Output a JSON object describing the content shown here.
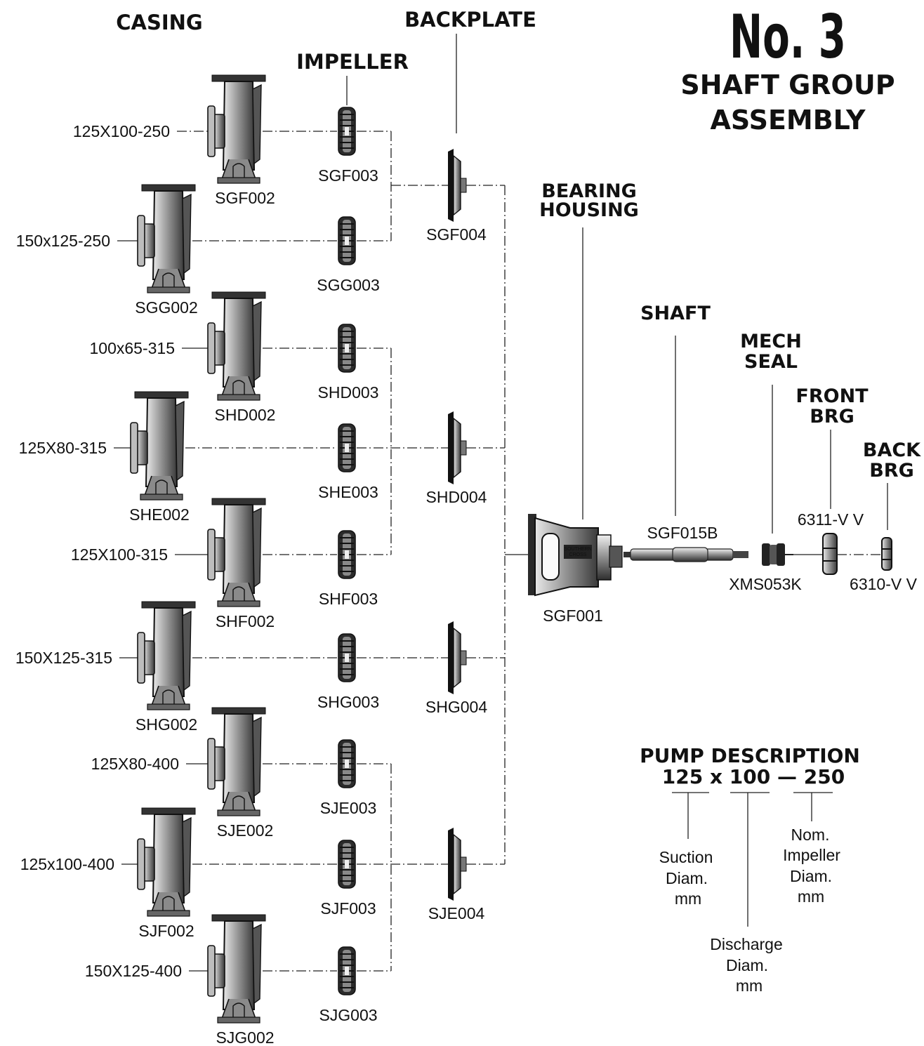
{
  "title": {
    "number": "No. 3",
    "line1": "SHAFT GROUP",
    "line2": "ASSEMBLY"
  },
  "headers": {
    "casing": "CASING",
    "impeller": "IMPELLER",
    "backplate": "BACKPLATE",
    "bearing_housing_1": "BEARING",
    "bearing_housing_2": "HOUSING",
    "shaft": "SHAFT",
    "mech_seal_1": "MECH",
    "mech_seal_2": "SEAL",
    "front_brg_1": "FRONT",
    "front_brg_2": "BRG",
    "back_brg_1": "BACK",
    "back_brg_2": "BRG"
  },
  "sizes": [
    "125X100-250",
    "150x125-250",
    "100x65-315",
    "125X80-315",
    "125X100-315",
    "150X125-315",
    "125X80-400",
    "125x100-400",
    "150X125-400"
  ],
  "casings": [
    "SGF002",
    "SGG002",
    "SHD002",
    "SHE002",
    "SHF002",
    "SHG002",
    "SJE002",
    "SJF002",
    "SJG002"
  ],
  "impellers": [
    "SGF003",
    "SGG003",
    "SHD003",
    "SHE003",
    "SHF003",
    "SHG003",
    "SJE003",
    "SJF003",
    "SJG003"
  ],
  "backplates": [
    "SGF004",
    "SHD004",
    "SHG004",
    "SJE004"
  ],
  "bearing_housing": {
    "code": "SGF001",
    "plate_text": "SOUTHERN CROSS"
  },
  "shaft": {
    "code": "SGF015B"
  },
  "mech_seal": {
    "code": "XMS053K"
  },
  "front_bearing": {
    "code": "6311-V V"
  },
  "back_bearing": {
    "code": "6310-V V"
  },
  "pump_description": {
    "title": "PUMP DESCRIPTION",
    "example": "125 x 100 — 250",
    "suction": [
      "Suction",
      "Diam.",
      "mm"
    ],
    "discharge": [
      "Discharge",
      "Diam.",
      "mm"
    ],
    "impeller": [
      "Nom.",
      "Impeller",
      "Diam.",
      "mm"
    ]
  }
}
